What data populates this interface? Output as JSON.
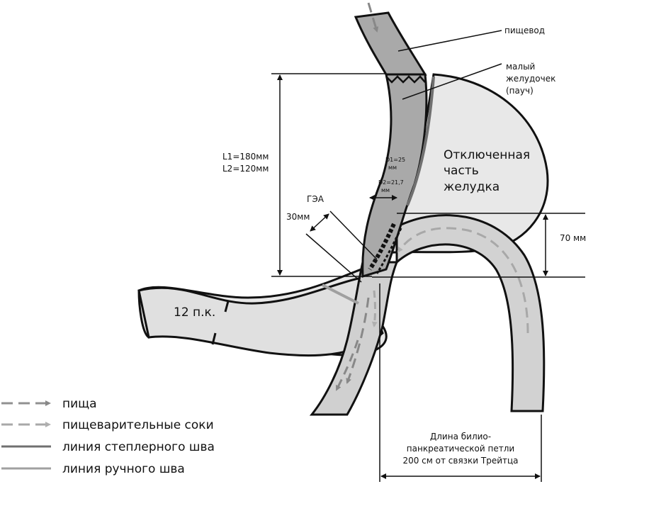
{
  "labels": {
    "esophagus": "пищевод",
    "pouch_line1": "малый",
    "pouch_line2": "желудочек",
    "pouch_line3": "(пауч)",
    "excluded_line1": "Отключенная",
    "excluded_line2": "часть",
    "excluded_line3": "желудка",
    "length_l1": "L1=180мм",
    "length_l2": "L2=120мм",
    "d1_line1": "D1=25",
    "d1_line2": "мм",
    "d2_line1": "D2=21,7",
    "d2_line2": "мм",
    "gea": "ГЭА",
    "gea_size": "30мм",
    "dist_70": "70 мм",
    "duodenum": "12 п.к.",
    "bp_line1": "Длина билио-",
    "bp_line2": "панкреатической петли",
    "bp_line3": "200 см от связки Трейтца"
  },
  "legend": [
    {
      "label": "пища",
      "style": "dashed-arrow",
      "color": "#909090"
    },
    {
      "label": "пищеварительные соки",
      "style": "dashed-arrow",
      "color": "#a8a8a8"
    },
    {
      "label": "линия степлерного шва",
      "style": "solid",
      "color": "#707070"
    },
    {
      "label": "линия ручного шва",
      "style": "solid",
      "color": "#a0a0a0"
    }
  ],
  "colors": {
    "pouch_fill": "#a9a9a9",
    "stomach_fill": "#e8e8e8",
    "intestine_fill": "#d0d0d0",
    "outline": "#111111"
  }
}
